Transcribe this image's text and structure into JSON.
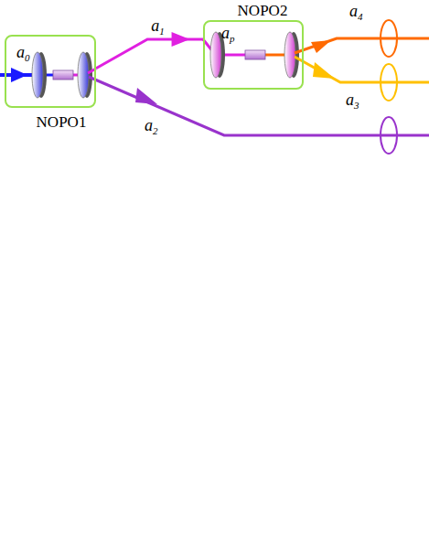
{
  "diagram": {
    "nodes": [
      {
        "text": [
          "NOPO1"
        ]
      },
      {
        "text": [
          "NOPO2"
        ]
      }
    ],
    "edges": [
      {
        "from": 0,
        "to": 1,
        "arrow": "to",
        "label": "a1"
      }
    ],
    "labels": [
      "a0",
      "a2",
      "ap",
      "a4",
      "a3"
    ]
  }
}
